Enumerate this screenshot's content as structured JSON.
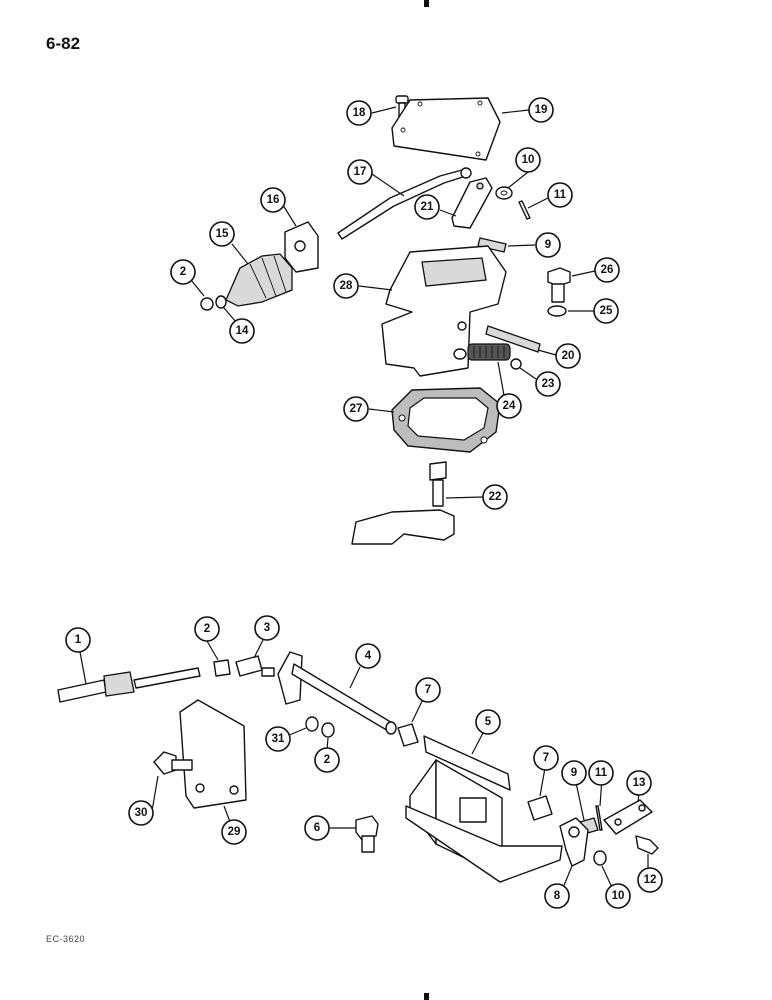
{
  "page_number": "6-82",
  "ref_code": "EC-3620",
  "callouts": {
    "c18": "18",
    "c19": "19",
    "c17": "17",
    "c10a": "10",
    "c11a": "11",
    "c16": "16",
    "c21": "21",
    "c9a": "9",
    "c15": "15",
    "c26": "26",
    "c2a": "2",
    "c28": "28",
    "c14": "14",
    "c25": "25",
    "c20": "20",
    "c23": "23",
    "c24": "24",
    "c27": "27",
    "c22": "22",
    "c1": "1",
    "c2b": "2",
    "c3": "3",
    "c4": "4",
    "c7a": "7",
    "c31": "31",
    "c2c": "2",
    "c5": "5",
    "c30": "30",
    "c29": "29",
    "c7b": "7",
    "c9b": "9",
    "c11b": "11",
    "c13": "13",
    "c6": "6",
    "c8": "8",
    "c10b": "10",
    "c12": "12"
  }
}
